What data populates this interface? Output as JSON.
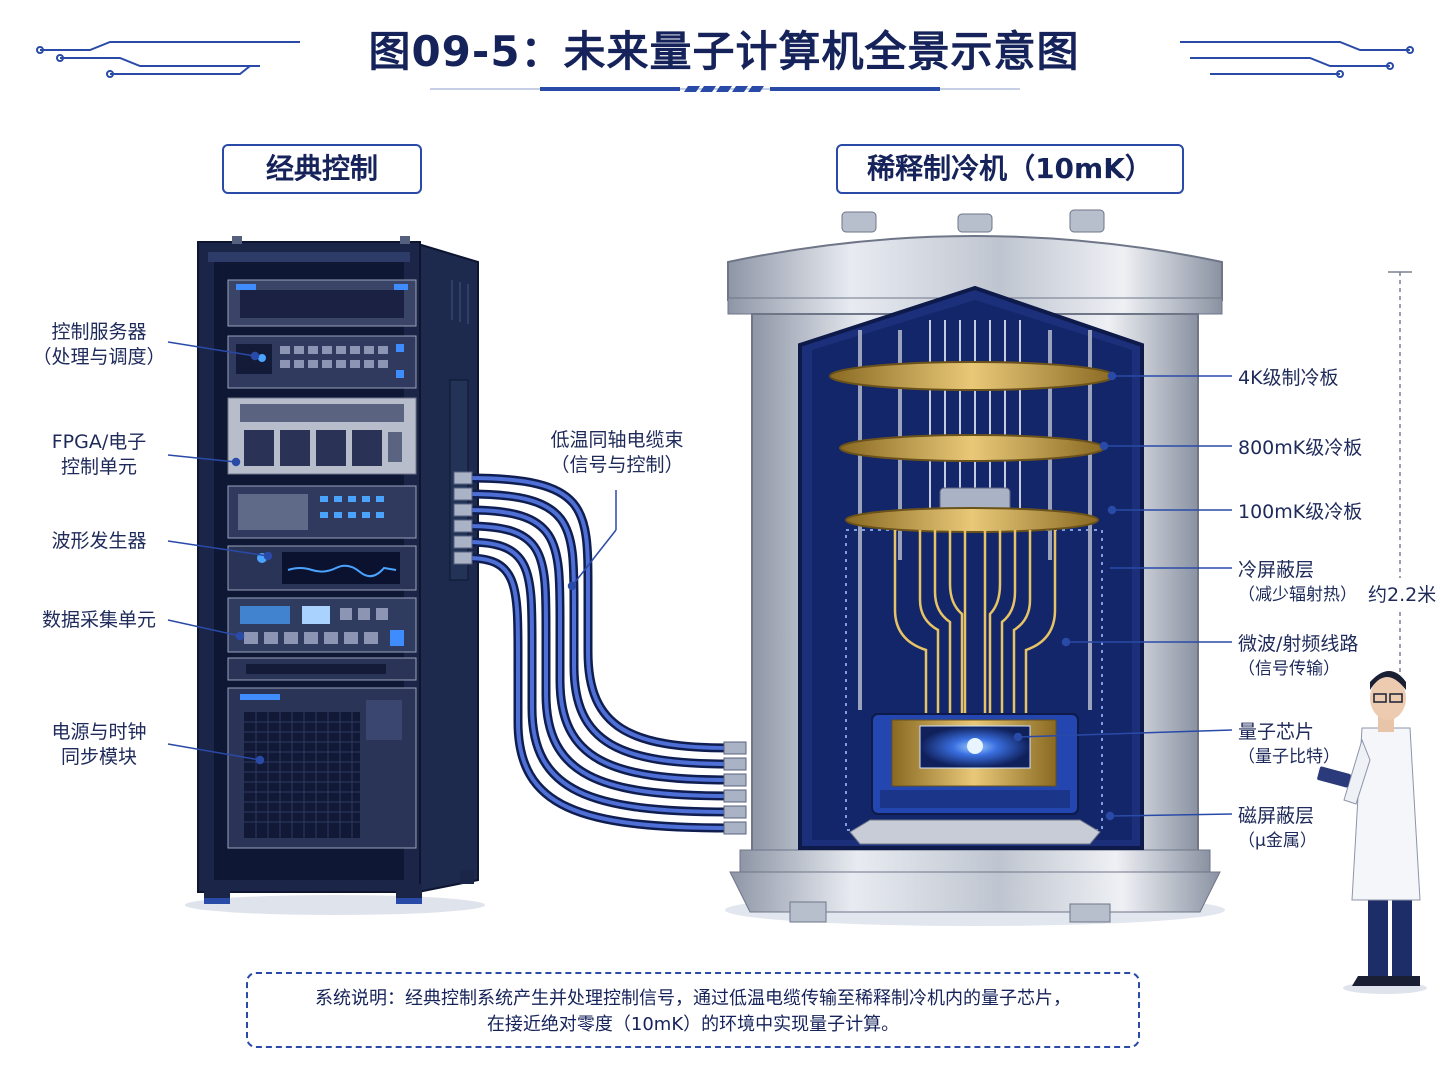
{
  "title": "图09-5：未来量子计算机全景示意图",
  "sections": {
    "classical": "经典控制",
    "fridge": "稀释制冷机（10mK）"
  },
  "rack_labels": [
    {
      "line1": "控制服务器",
      "line2": "（处理与调度）"
    },
    {
      "line1": "FPGA/电子",
      "line2": "控制单元"
    },
    {
      "line1": "波形发生器",
      "line2": ""
    },
    {
      "line1": "数据采集单元",
      "line2": ""
    },
    {
      "line1": "电源与时钟",
      "line2": "同步模块"
    }
  ],
  "cable_label": {
    "line1": "低温同轴电缆束",
    "line2": "（信号与控制）"
  },
  "fridge_labels": [
    {
      "line1": "4K级制冷板",
      "line2": ""
    },
    {
      "line1": "800mK级冷板",
      "line2": ""
    },
    {
      "line1": "100mK级冷板",
      "line2": ""
    },
    {
      "line1": "冷屏蔽层",
      "line2": "（减少辐射热）"
    },
    {
      "line1": "微波/射频线路",
      "line2": "（信号传输）"
    },
    {
      "line1": "量子芯片",
      "line2": "（量子比特）"
    },
    {
      "line1": "磁屏蔽层",
      "line2": "（μ金属）"
    }
  ],
  "height_label": "约2.2米",
  "note": {
    "line1": "系统说明：经典控制系统产生并处理控制信号，通过低温电缆传输至稀释制冷机内的量子芯片，",
    "line2": "在接近绝对零度（10mK）的环境中实现量子计算。"
  },
  "colors": {
    "accent": "#2a4aa8",
    "navy": "#16235a",
    "gold": "#c9a44a",
    "steel": "#c7ccd6"
  }
}
